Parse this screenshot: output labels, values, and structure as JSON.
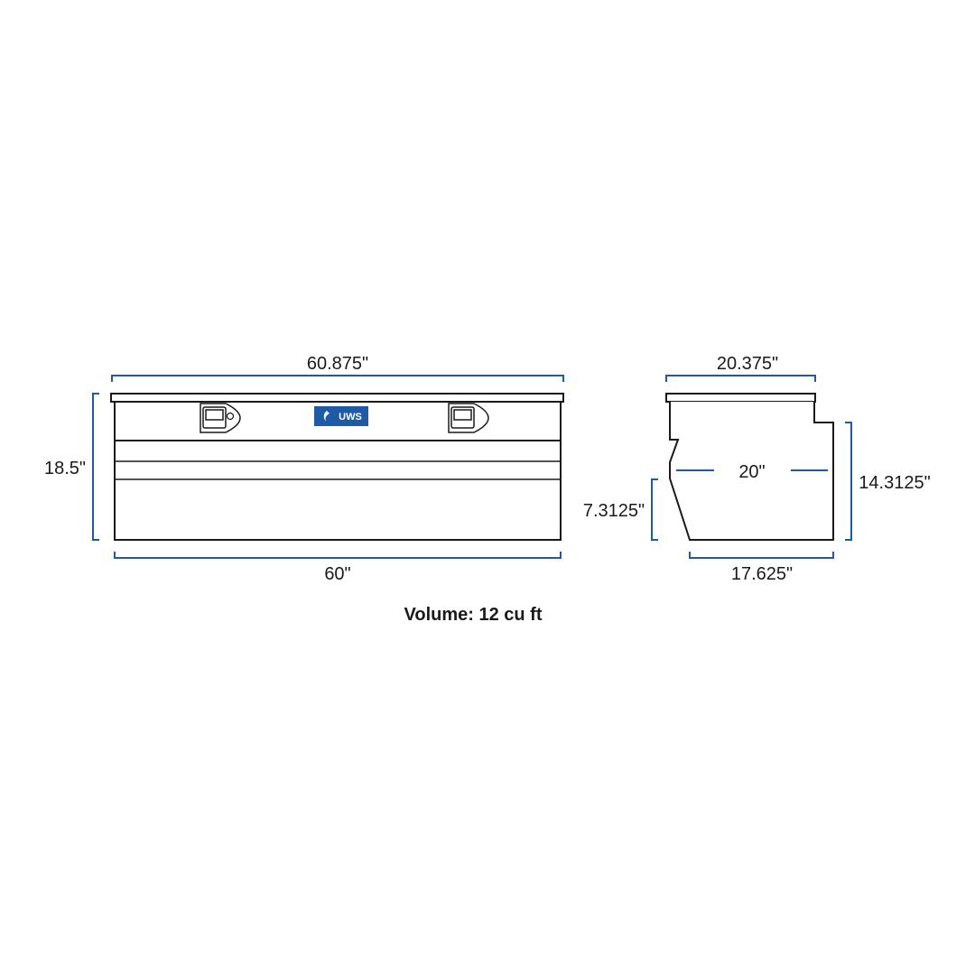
{
  "colors": {
    "dimension": "#1f5aa6",
    "outline": "#1a1a1a",
    "logo_bg": "#1f5aa6"
  },
  "front_view": {
    "lid_width": "60.875\"",
    "body_width": "60\"",
    "height": "18.5\"",
    "logo": "UWS",
    "latches": 2
  },
  "side_view": {
    "lid_depth": "20.375\"",
    "mid_depth": "20\"",
    "bottom_depth": "17.625\"",
    "lower_height": "7.3125\"",
    "right_height": "14.3125\""
  },
  "volume": "Volume: 12 cu ft",
  "icons": [
    "latch-icon",
    "lock-icon",
    "uws-logo-icon"
  ]
}
